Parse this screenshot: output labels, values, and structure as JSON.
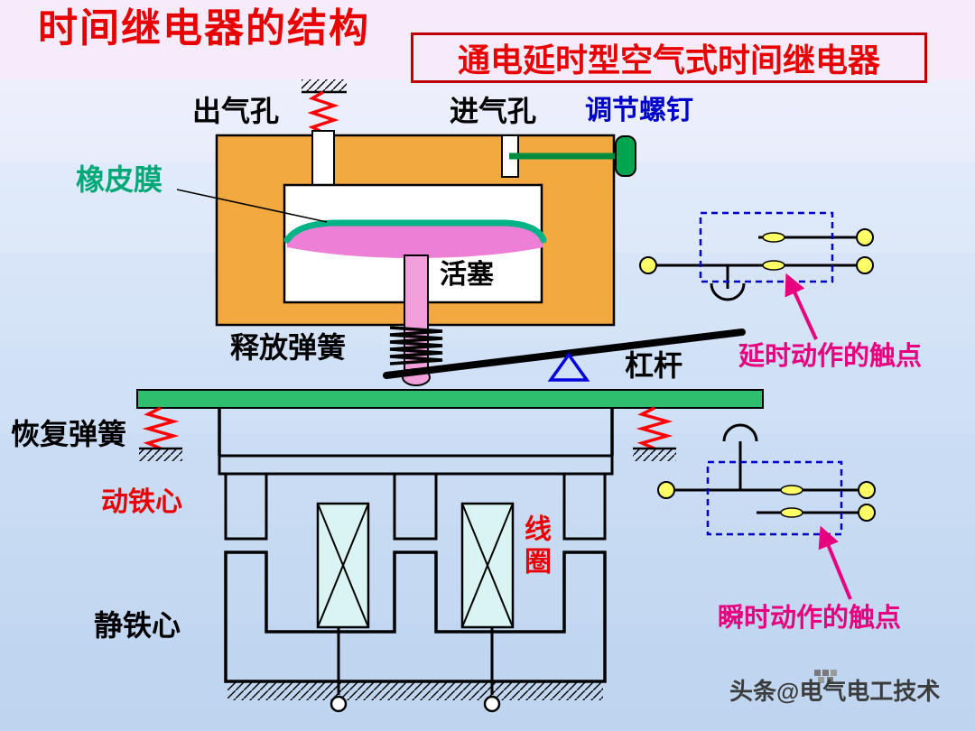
{
  "title": "时间继电器的结构",
  "subtitle": "通电延时型空气式时间继电器",
  "diagram_labels": {
    "air_outlet": "出气孔",
    "air_inlet": "进气孔",
    "adjusting_screw": "调节螺钉",
    "rubber_membrane": "橡皮膜",
    "piston": "活塞",
    "release_spring": "释放弹簧",
    "lever": "杠杆",
    "recovery_spring": "恢复弹簧",
    "moving_iron_core": "动铁心",
    "coil": "线圈",
    "static_iron_core": "静铁心",
    "delayed_contacts": "延时动作的触点",
    "instant_contacts": "瞬时动作的触点"
  },
  "watermark": "头条@电气电工技术",
  "colors": {
    "title_red": "#e80000",
    "label_blue": "#0000cc",
    "membrane_teal": "#00b386",
    "contact_magenta": "#e6007e",
    "chamber_orange": "#f2a93f",
    "bar_green": "#2ebe6e",
    "screw_green": "#008a3e",
    "piston_pink": "#f2a0dc",
    "membrane_pink": "#ee7fd6",
    "coil_cyan": "#d9f4f2",
    "terminal_yellow": "#ffff66",
    "spring_red": "#ff0000"
  }
}
